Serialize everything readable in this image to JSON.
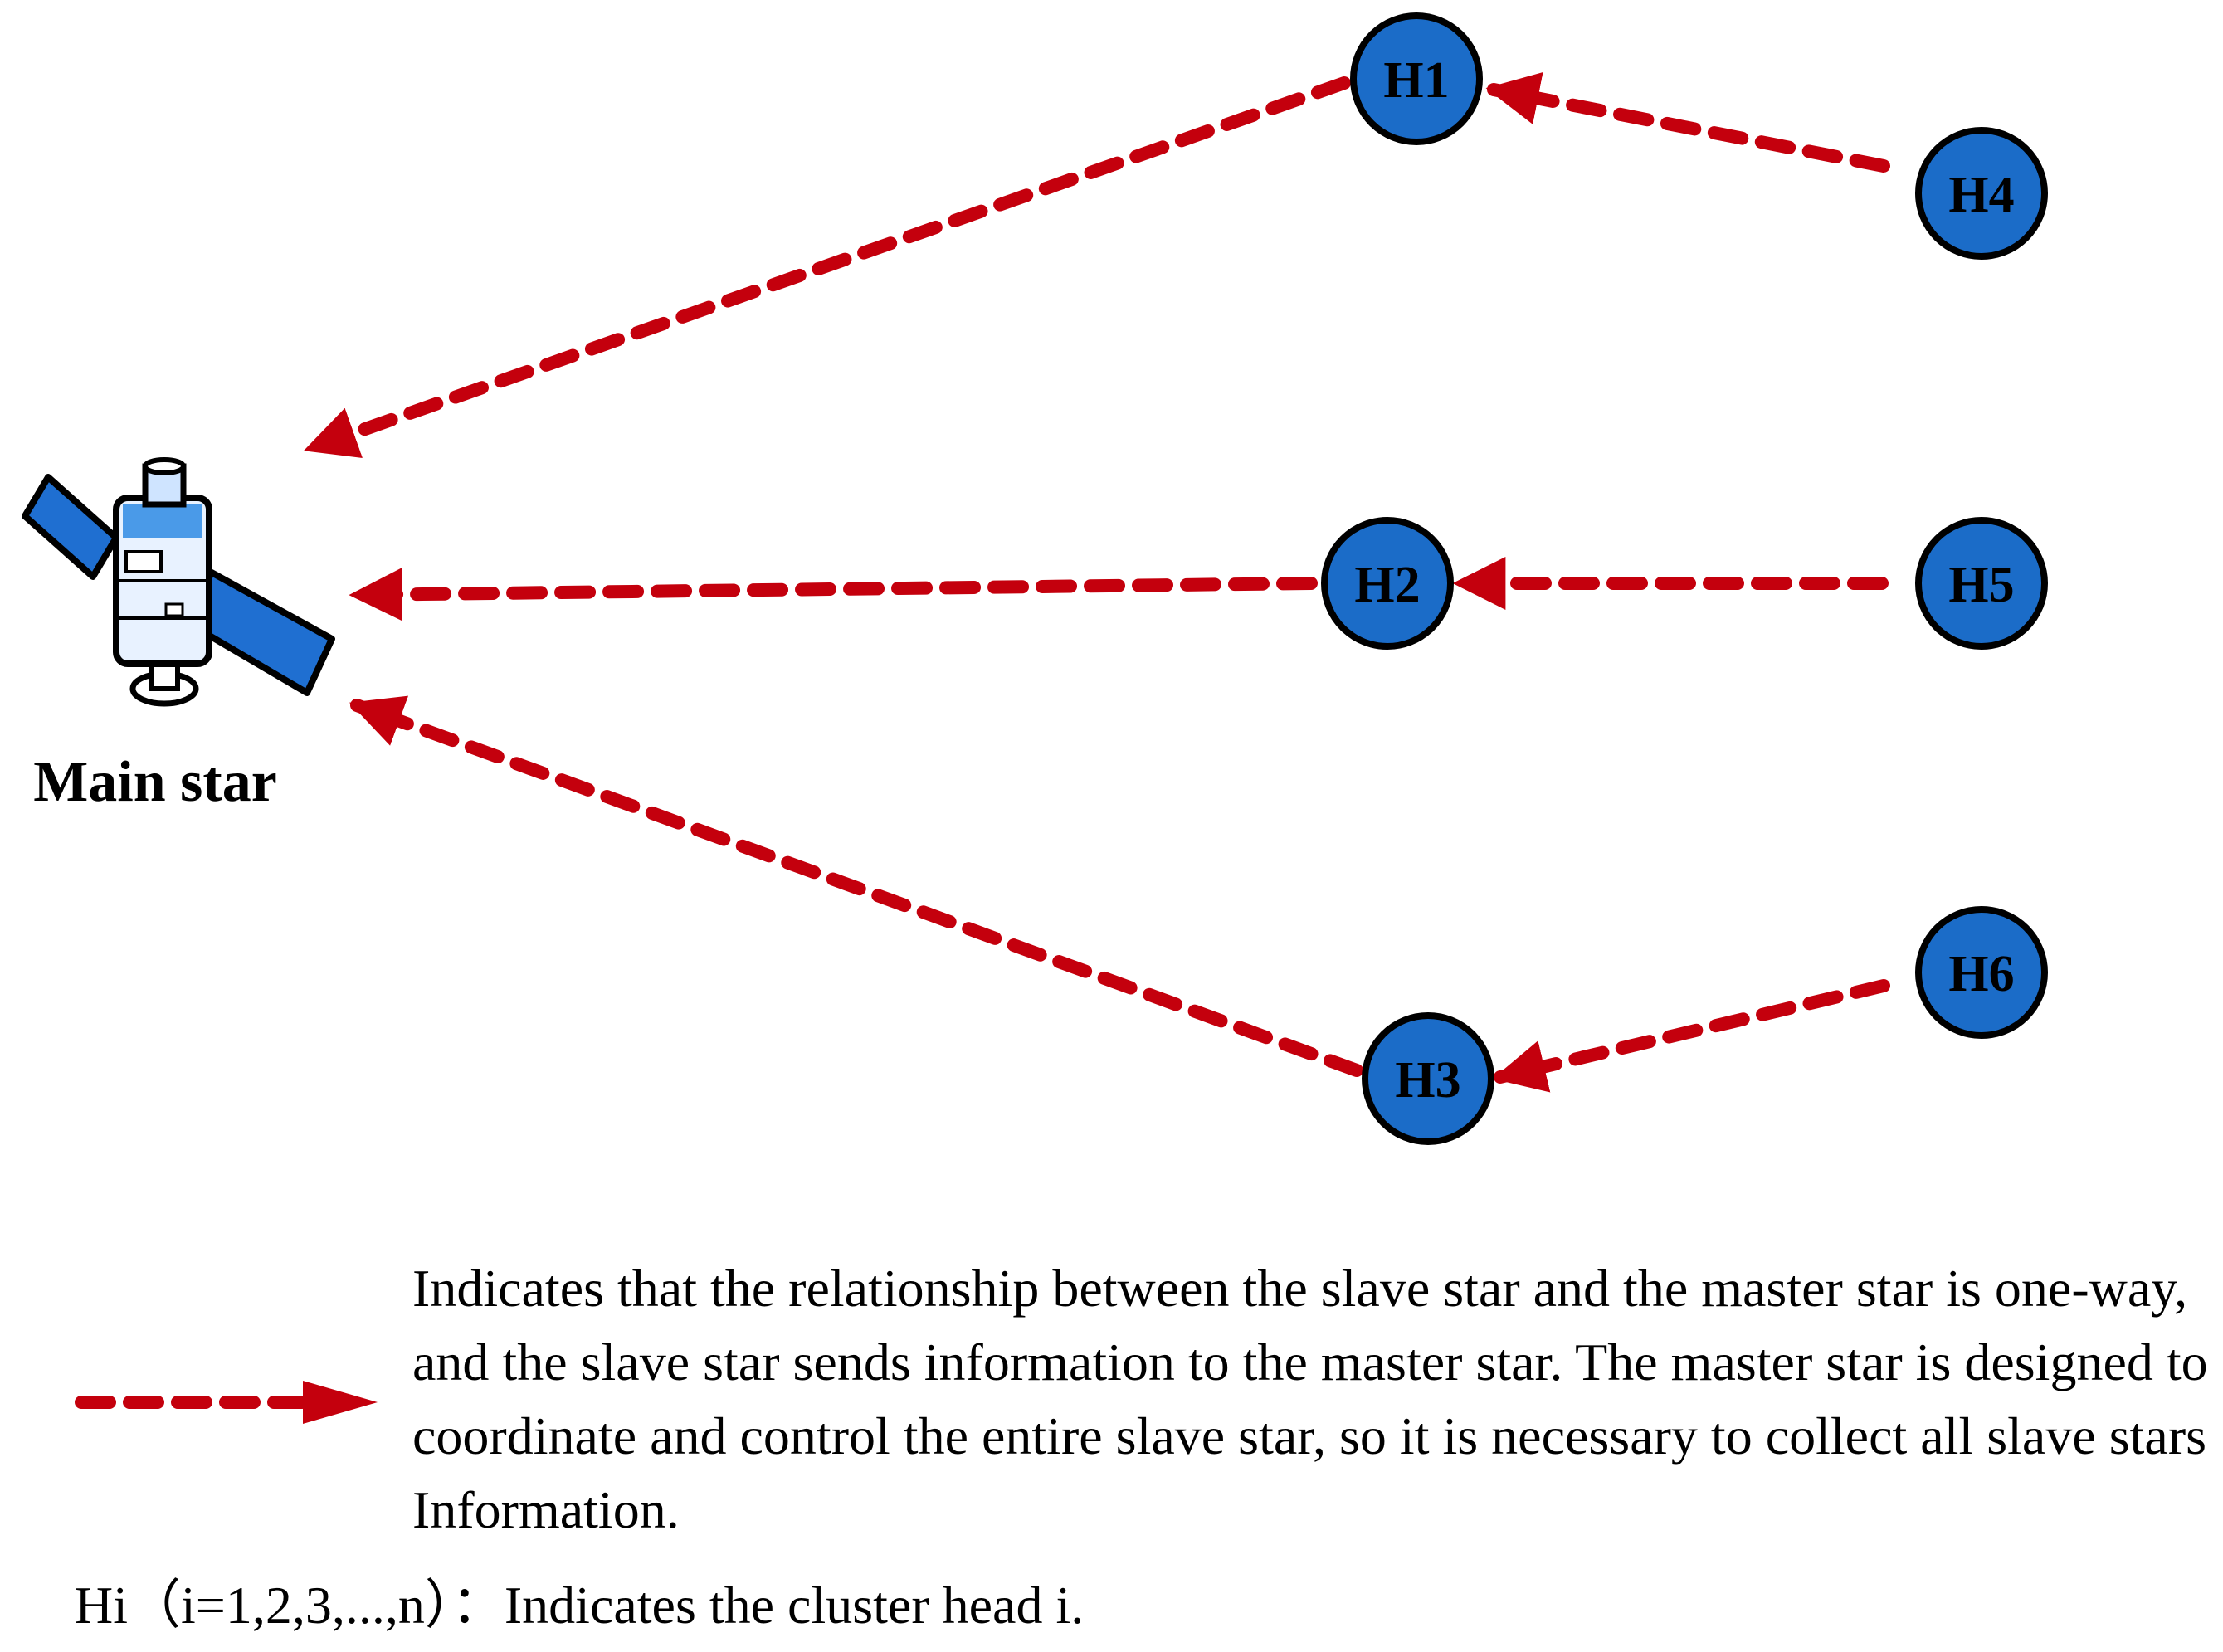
{
  "colors": {
    "node_fill": "#1b6cc8",
    "arrow": "#c4000d",
    "panel": "#1f6fd1",
    "outline": "#000000"
  },
  "satellite": {
    "caption": "Main star",
    "icon": "satellite-icon"
  },
  "nodes": [
    {
      "id": "H1",
      "label": "H1"
    },
    {
      "id": "H2",
      "label": "H2"
    },
    {
      "id": "H3",
      "label": "H3"
    },
    {
      "id": "H4",
      "label": "H4"
    },
    {
      "id": "H5",
      "label": "H5"
    },
    {
      "id": "H6",
      "label": "H6"
    }
  ],
  "edges": [
    {
      "from": "H1",
      "to": "Main star"
    },
    {
      "from": "H2",
      "to": "Main star"
    },
    {
      "from": "H3",
      "to": "Main star"
    },
    {
      "from": "H4",
      "to": "H1"
    },
    {
      "from": "H5",
      "to": "H2"
    },
    {
      "from": "H6",
      "to": "H3"
    }
  ],
  "legend": {
    "arrow_text": "Indicates that the relationship between the slave star and the master star is one-way, and the slave star sends information to the master star. The master star is designed to coordinate and control the entire slave star, so it is necessary to collect all slave stars Information.",
    "cluster_text": "Hi（i=1,2,3,...,n）：Indicates the cluster head i."
  }
}
